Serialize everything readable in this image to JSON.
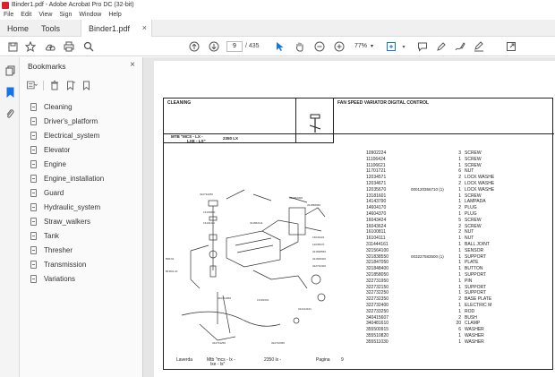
{
  "window": {
    "title": "Binder1.pdf - Adobe Acrobat Pro DC (32-bit)"
  },
  "menu": [
    "File",
    "Edit",
    "View",
    "Sign",
    "Window",
    "Help"
  ],
  "tabs": {
    "home": "Home",
    "tools": "Tools",
    "doc": "Binder1.pdf",
    "close": "×"
  },
  "toolbar": {
    "page_current": "9",
    "page_total": "/ 435",
    "zoom": "77%"
  },
  "bookmarks": {
    "title": "Bookmarks",
    "close": "×",
    "items": [
      "Cleaning",
      "Driver's_platform",
      "Electrical_system",
      "Elevator",
      "Engine",
      "Engine_installation",
      "Guard",
      "Hydraulic_system",
      "Straw_walkers",
      "Tank",
      "Thresher",
      "Transmission",
      "Variations"
    ]
  },
  "document": {
    "section": "CLEANING",
    "heading": "FAN SPEED VARIATOR DIGITAL CONTROL",
    "model_line1": "MTB \"MCS - LX -",
    "model_line2": "LXE - LS\"",
    "model_line3": "2350 LX",
    "parts": [
      {
        "code": "10902224",
        "note": "",
        "qty": "3",
        "desc": "SCREW"
      },
      {
        "code": "11106424",
        "note": "",
        "qty": "1",
        "desc": "SCREW"
      },
      {
        "code": "11106621",
        "note": "",
        "qty": "1",
        "desc": "SCREW"
      },
      {
        "code": "11701721",
        "note": "",
        "qty": "6",
        "desc": "NUT"
      },
      {
        "code": "12034571",
        "note": "",
        "qty": "2",
        "desc": "LOCK WASHE"
      },
      {
        "code": "12034671",
        "note": "",
        "qty": "2",
        "desc": "LOCK WASHE"
      },
      {
        "code": "12035670",
        "note": "000120356710  (1)",
        "qty": "1",
        "desc": "LOCK WASHE"
      },
      {
        "code": "13181601",
        "note": "",
        "qty": "1",
        "desc": "SCREW"
      },
      {
        "code": "14143790",
        "note": "",
        "qty": "1",
        "desc": "LAMPADA"
      },
      {
        "code": "14604170",
        "note": "",
        "qty": "2",
        "desc": "PLUG"
      },
      {
        "code": "14604370",
        "note": "",
        "qty": "1",
        "desc": "PLUG"
      },
      {
        "code": "16043424",
        "note": "",
        "qty": "5",
        "desc": "SCREW"
      },
      {
        "code": "16043624",
        "note": "",
        "qty": "2",
        "desc": "SCREW"
      },
      {
        "code": "16100811",
        "note": "",
        "qty": "2",
        "desc": "NUT"
      },
      {
        "code": "16104111",
        "note": "",
        "qty": "1",
        "desc": "NUT"
      },
      {
        "code": "311444161",
        "note": "",
        "qty": "1",
        "desc": "BALL JOINT"
      },
      {
        "code": "321564100",
        "note": "",
        "qty": "1",
        "desc": "SENSOR"
      },
      {
        "code": "321838550",
        "note": "003227583500  (1)",
        "qty": "1",
        "desc": "SUPPORT"
      },
      {
        "code": "321847050",
        "note": "",
        "qty": "1",
        "desc": "PLATE"
      },
      {
        "code": "321848400",
        "note": "",
        "qty": "1",
        "desc": "BUTTON"
      },
      {
        "code": "321858050",
        "note": "",
        "qty": "1",
        "desc": "SUPPORT"
      },
      {
        "code": "322731950",
        "note": "",
        "qty": "1",
        "desc": "PIN"
      },
      {
        "code": "322732150",
        "note": "",
        "qty": "1",
        "desc": "SUPPORT"
      },
      {
        "code": "322732250",
        "note": "",
        "qty": "1",
        "desc": "SUPPORT"
      },
      {
        "code": "322732350",
        "note": "",
        "qty": "2",
        "desc": "BASE PLATE"
      },
      {
        "code": "322732400",
        "note": "",
        "qty": "1",
        "desc": "ELECTRIC M"
      },
      {
        "code": "322733250",
        "note": "",
        "qty": "1",
        "desc": "ROD"
      },
      {
        "code": "340415607",
        "note": "",
        "qty": "2",
        "desc": "BUSH"
      },
      {
        "code": "340481610",
        "note": "",
        "qty": "20",
        "desc": "CLAMP"
      },
      {
        "code": "355500915",
        "note": "",
        "qty": "6",
        "desc": "WASHER"
      },
      {
        "code": "355510820",
        "note": "",
        "qty": "1",
        "desc": "WASHER"
      },
      {
        "code": "355511030",
        "note": "",
        "qty": "1",
        "desc": "WASHER"
      }
    ],
    "footer": {
      "brand": "Laverda",
      "model": "Mtb \"mcs - lx -",
      "model2": "lxe - ls\"",
      "variant": "2350 lx -",
      "page_label": "Pagina",
      "page_num": "9"
    }
  }
}
